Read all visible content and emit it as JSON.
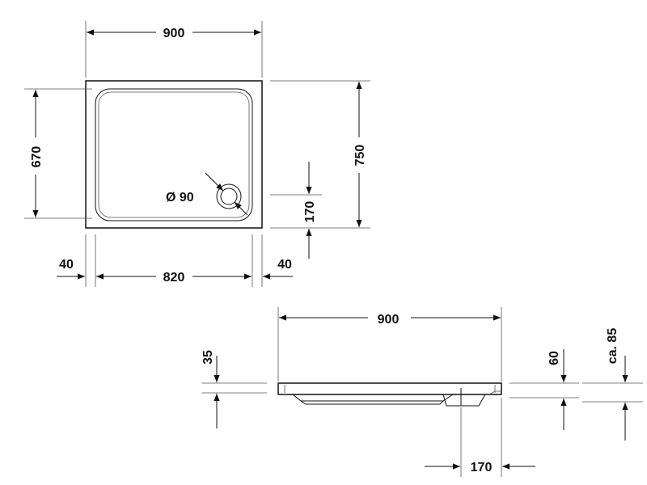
{
  "plan": {
    "width_overall": "900",
    "depth_inner": "670",
    "depth_overall": "750",
    "drain_diameter": "Ø 90",
    "drain_offset": "170",
    "rim_left": "40",
    "inner_width": "820",
    "rim_right": "40"
  },
  "section": {
    "width_overall": "900",
    "rim_thickness": "35",
    "height": "60",
    "height_approx": "ca. 85",
    "drain_offset": "170"
  },
  "colors": {
    "line": "#111111",
    "background": "#ffffff"
  }
}
